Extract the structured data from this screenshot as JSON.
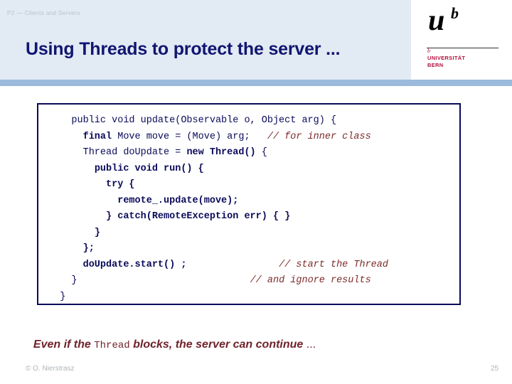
{
  "slide": {
    "breadcrumb": "P2 — Clients and Servers",
    "title": "Using Threads to protect the server ...",
    "page_number": "25",
    "copyright": "© O. Nierstrasz"
  },
  "logo": {
    "mark_main": "u",
    "mark_super": "b",
    "tick": "b",
    "name": "UNIVERSITÄT\nBERN",
    "accent_color": "#b3123f"
  },
  "colors": {
    "header_panel": "#e2eaf4",
    "header_band": "#9cbadc",
    "title": "#111670",
    "code_text": "#0a0a5a",
    "comment": "#7d2b2b",
    "caption": "#70222b",
    "footer": "#aeb4ba"
  },
  "code": {
    "language": "java",
    "lines": [
      {
        "indent": 4,
        "segments": [
          {
            "text": "public void update(Observable o, Object arg) {",
            "style": "plain"
          }
        ]
      },
      {
        "indent": 6,
        "segments": [
          {
            "text": "final ",
            "style": "keyword"
          },
          {
            "text": "Move move = (Move) arg;   ",
            "style": "plain"
          },
          {
            "text": "// for inner class",
            "style": "comment"
          }
        ]
      },
      {
        "indent": 6,
        "segments": [
          {
            "text": "Thread doUpdate = ",
            "style": "plain"
          },
          {
            "text": "new Thread()",
            "style": "keyword"
          },
          {
            "text": " {",
            "style": "plain"
          }
        ]
      },
      {
        "indent": 8,
        "segments": [
          {
            "text": "public void run() {",
            "style": "keyword"
          }
        ]
      },
      {
        "indent": 10,
        "segments": [
          {
            "text": "try {",
            "style": "keyword"
          }
        ]
      },
      {
        "indent": 12,
        "segments": [
          {
            "text": "remote_.update(move);",
            "style": "keyword"
          }
        ]
      },
      {
        "indent": 10,
        "segments": [
          {
            "text": "} catch(RemoteException err) { }",
            "style": "keyword"
          }
        ]
      },
      {
        "indent": 8,
        "segments": [
          {
            "text": "}",
            "style": "keyword"
          }
        ]
      },
      {
        "indent": 6,
        "segments": [
          {
            "text": "};",
            "style": "keyword"
          }
        ]
      },
      {
        "indent": 6,
        "segments": [
          {
            "text": "doUpdate.start() ;",
            "style": "keyword"
          },
          {
            "text": "                ",
            "style": "plain"
          },
          {
            "text": "// start the Thread",
            "style": "comment"
          }
        ]
      },
      {
        "indent": 4,
        "segments": [
          {
            "text": "}",
            "style": "plain"
          },
          {
            "text": "                              ",
            "style": "plain"
          },
          {
            "text": "// and ignore results",
            "style": "comment"
          }
        ]
      },
      {
        "indent": 2,
        "segments": [
          {
            "text": "}",
            "style": "plain"
          }
        ]
      }
    ]
  },
  "caption": {
    "lead": "Even if the ",
    "mono": "Thread",
    "rest": " blocks, the server can continue ",
    "tail": "..."
  }
}
